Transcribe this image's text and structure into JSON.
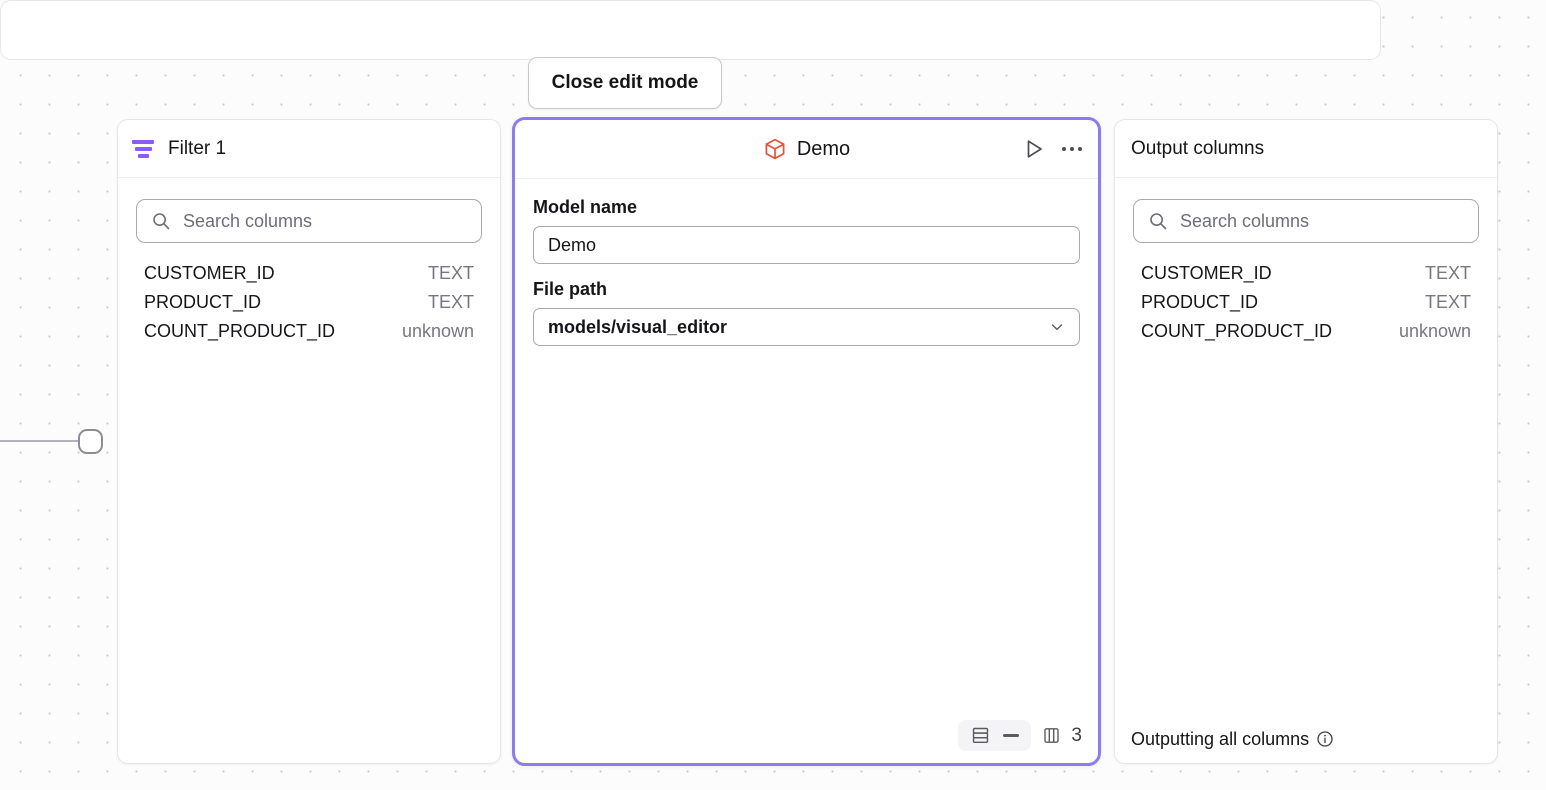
{
  "toolbar": {
    "close_edit_mode_label": "Close edit mode"
  },
  "canvas": {
    "edge_handle_name": "edge-handle"
  },
  "filter_panel": {
    "title": "Filter 1",
    "icon": "filter-icon",
    "search": {
      "placeholder": "Search columns",
      "icon": "search-icon"
    },
    "columns": [
      {
        "name": "CUSTOMER_ID",
        "type": "TEXT"
      },
      {
        "name": "PRODUCT_ID",
        "type": "TEXT"
      },
      {
        "name": "COUNT_PRODUCT_ID",
        "type": "unknown"
      }
    ]
  },
  "model_panel": {
    "title": "Demo",
    "icon": "cube-icon",
    "icon_color": "#e8503a",
    "selected_border_color": "#8b7cf0",
    "actions": {
      "run": "play-icon",
      "more": "more-options-icon"
    },
    "fields": {
      "model_name_label": "Model name",
      "model_name_value": "Demo",
      "file_path_label": "File path",
      "file_path_value": "models/visual_editor"
    },
    "footer": {
      "rows_icon": "rows-icon",
      "rows_value": "—",
      "columns_icon": "columns-icon",
      "columns_value": "3"
    }
  },
  "output_panel": {
    "title": "Output columns",
    "search": {
      "placeholder": "Search columns",
      "icon": "search-icon"
    },
    "columns": [
      {
        "name": "CUSTOMER_ID",
        "type": "TEXT"
      },
      {
        "name": "PRODUCT_ID",
        "type": "TEXT"
      },
      {
        "name": "COUNT_PRODUCT_ID",
        "type": "unknown"
      }
    ],
    "footer_text": "Outputting all columns",
    "footer_icon": "info-icon"
  }
}
